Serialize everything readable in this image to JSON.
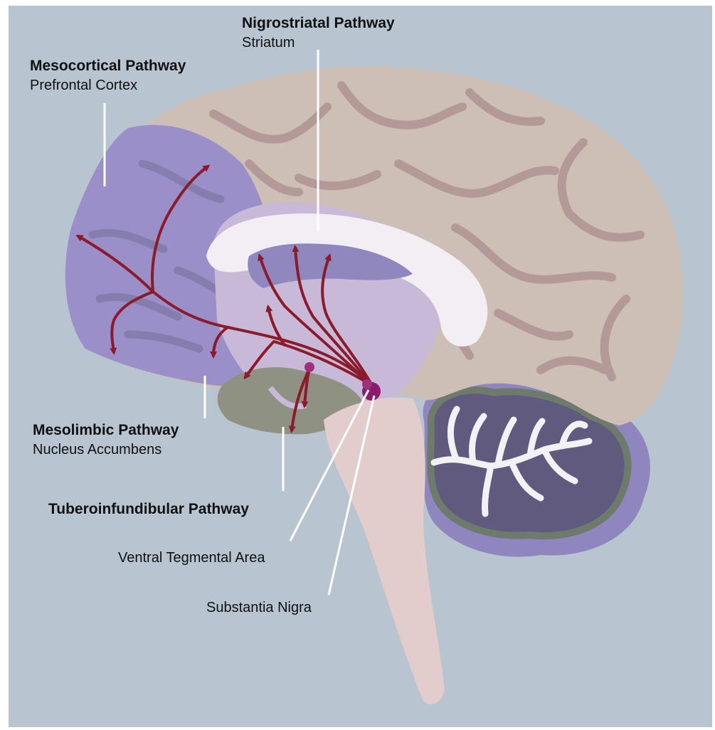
{
  "pathways": {
    "nigrostriatal": {
      "title": "Nigrostriatal Pathway",
      "target": "Striatum"
    },
    "mesocortical": {
      "title": "Mesocortical Pathway",
      "target": "Prefrontal Cortex"
    },
    "mesolimbic": {
      "title": "Mesolimbic Pathway",
      "target": "Nucleus Accumbens"
    },
    "tuberoinfundibular": {
      "title": "Tuberoinfundibular Pathway"
    }
  },
  "structures": {
    "vta": "Ventral Tegmental Area",
    "substantia_nigra": "Substantia Nigra"
  },
  "colors": {
    "background": "#b8c4d0",
    "cortex": "#cdbfb6",
    "sulci": "#b39a98",
    "frontal_purple": "#9a8fc8",
    "corpus_callosum": "#f2eef4",
    "striatum": "#8f87bd",
    "pathway_arrow": "#8b1a2a",
    "nucleus": "#8a1c6e",
    "brainstem": "#e2cccc",
    "cerebellum": "#5f5a7e",
    "cerebellum_rim": "#6d7a6c",
    "leader_line": "#ffffff"
  }
}
